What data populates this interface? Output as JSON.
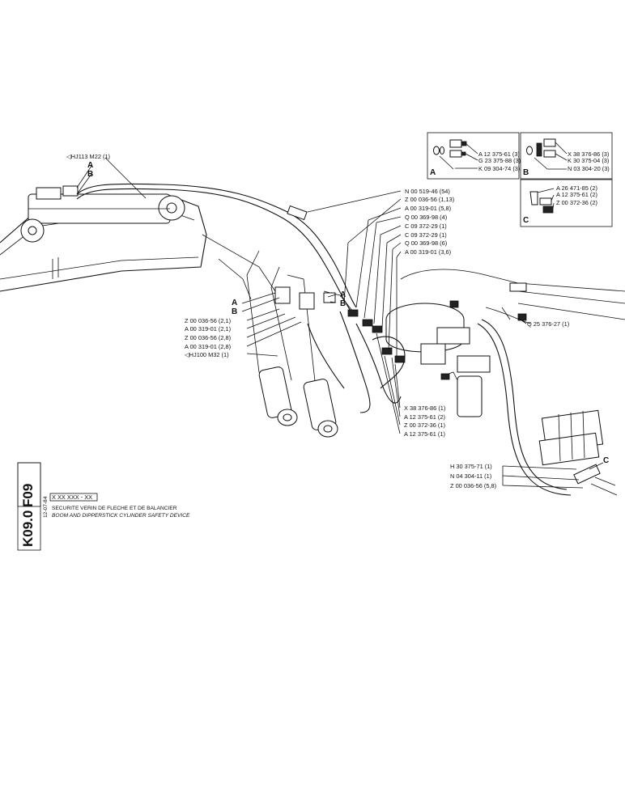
{
  "sheet": {
    "code_1": "F09",
    "code_2": "K09.0",
    "date": "12-07-84",
    "ref": "X XX XXX - XX",
    "title_fr": "SECURITE VERIN DE FLECHE ET DE BALANCIER",
    "title_en": "BOOM AND DIPPERSTICK CYLINDER SAFETY DEVICE"
  },
  "left_labels": {
    "hj113": "◁HJ113 M22 (1)",
    "a": "A",
    "b": "B",
    "a2": "A",
    "b2": "B",
    "a3": "A",
    "b3": "B",
    "l1": "Z 00 036-56 (2,1)",
    "l2": "A 00 319-01 (2,1)",
    "l3": "Z 00 036-56 (2,8)",
    "l4": "A 00 319-01 (2,8)",
    "l5": "◁HJ100 M32 (1)"
  },
  "top_labels": {
    "t1": "N 00 519-46 (54)",
    "t2": "Z 00 036-56 (1,13)",
    "t3": "A 00 319-01 (5,8)",
    "t4": "Q 00 369-98 (4)",
    "t5": "C 09 372-29 (1)",
    "t6": "C 09 372-29 (1)",
    "t7": "Q 00 369-98 (6)",
    "t8": "A 00 319-01 (3,6)"
  },
  "bottom_mid_labels": {
    "m1": "X 38 376-86 (1)",
    "m2": "A 12 375-61 (2)",
    "m3": "Z 00 372-36 (1)",
    "m4": "A 12 375-61 (1)"
  },
  "right_labels": {
    "q": "Q 25 376-27 (1)",
    "r1": "H 30 375-71 (1)",
    "r2": "N 04 304-11 (1)",
    "r3": "Z 00 036-56 (5,8)",
    "c": "C"
  },
  "insets": {
    "a": {
      "letter": "A",
      "items": [
        "A 12 375-61 (3)",
        "G 23 375-88 (3)",
        "K 09 304-74 (3)"
      ]
    },
    "b": {
      "letter": "B",
      "items": [
        "X 38 376-86 (3)",
        "K 30 375-04 (3)",
        "N 03 304-20 (3)"
      ]
    },
    "c": {
      "letter": "C",
      "items": [
        "A 26 471-85 (2)",
        "A 12 375-61 (2)",
        "Z 00 372-36 (2)"
      ]
    }
  }
}
